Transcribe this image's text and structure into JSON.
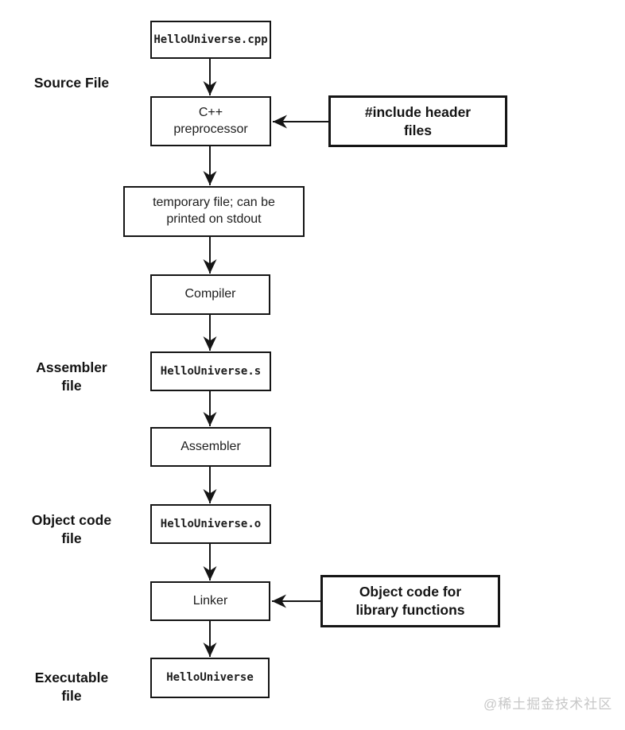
{
  "colors": {
    "background": "#ffffff",
    "line": "#151515",
    "text": "#1a1a1a",
    "watermark_text": "#c7c7c7"
  },
  "flow_nodes": [
    {
      "id": "source-file-node",
      "label": "HelloUniverse.cpp",
      "style": "code"
    },
    {
      "id": "preprocessor-node",
      "label": "C++\npreprocessor",
      "style": "plain"
    },
    {
      "id": "temp-file-node",
      "label": "temporary file; can be\nprinted on stdout",
      "style": "plain"
    },
    {
      "id": "compiler-node",
      "label": "Compiler",
      "style": "plain"
    },
    {
      "id": "assembler-file-node",
      "label": "HelloUniverse.s",
      "style": "code"
    },
    {
      "id": "assembler-node",
      "label": "Assembler",
      "style": "plain"
    },
    {
      "id": "object-file-node",
      "label": "HelloUniverse.o",
      "style": "code"
    },
    {
      "id": "linker-node",
      "label": "Linker",
      "style": "plain"
    },
    {
      "id": "executable-node",
      "label": "HelloUniverse",
      "style": "code"
    }
  ],
  "side_nodes": [
    {
      "id": "include-headers-node",
      "label": "#include header\nfiles"
    },
    {
      "id": "object-library-node",
      "label": "Object code for\nlibrary functions"
    }
  ],
  "stage_labels": [
    {
      "label": "Source File"
    },
    {
      "label": "Assembler\nfile"
    },
    {
      "label": "Object code\nfile"
    },
    {
      "label": "Executable\nfile"
    }
  ],
  "watermark": "@稀土掘金技术社区"
}
